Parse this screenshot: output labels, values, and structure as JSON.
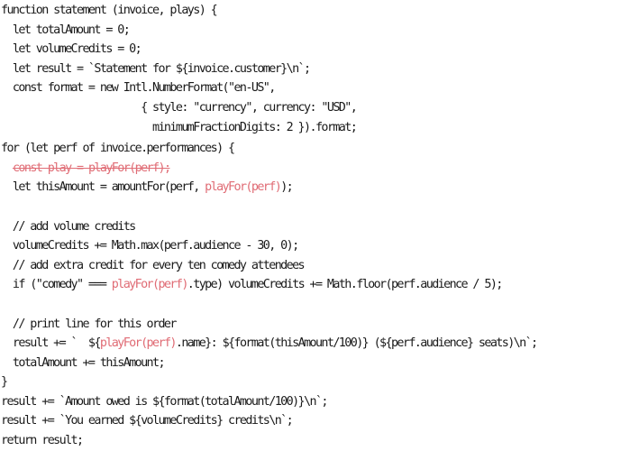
{
  "colors": {
    "text": "#1a1a1a",
    "highlight": "#e06c75",
    "background": "#ffffff"
  },
  "lines": [
    [
      {
        "t": "function statement (invoice, plays) {"
      }
    ],
    [
      {
        "t": "  let totalAmount = 0;"
      }
    ],
    [
      {
        "t": "  let volumeCredits = 0;"
      }
    ],
    [
      {
        "t": "  let result = `Statement for ${invoice.customer}\\n`;"
      }
    ],
    [
      {
        "t": "  const format = new Intl.NumberFormat(\"en-US\","
      }
    ],
    [
      {
        "t": "                        { style: \"currency\", currency: \"USD\","
      }
    ],
    [
      {
        "t": "                          minimumFractionDigits: 2 }).format;"
      }
    ],
    [
      {
        "t": "for (let perf of invoice.performances) {"
      }
    ],
    [
      {
        "t": "  "
      },
      {
        "t": "const play = playFor(perf);",
        "s": "del"
      }
    ],
    [
      {
        "t": "  let thisAmount = amountFor(perf, "
      },
      {
        "t": "playFor(perf)",
        "s": "hl"
      },
      {
        "t": ");"
      }
    ],
    [
      {
        "t": ""
      }
    ],
    [
      {
        "t": "  // add volume credits"
      }
    ],
    [
      {
        "t": "  volumeCredits += Math.max(perf.audience - 30, 0);"
      }
    ],
    [
      {
        "t": "  // add extra credit for every ten comedy attendees"
      }
    ],
    [
      {
        "t": "  if (\"comedy\" === "
      },
      {
        "t": "playFor(perf)",
        "s": "hl"
      },
      {
        "t": ".type) volumeCredits += Math.floor(perf.audience / 5);"
      }
    ],
    [
      {
        "t": ""
      }
    ],
    [
      {
        "t": "  // print line for this order"
      }
    ],
    [
      {
        "t": "  result += `  ${"
      },
      {
        "t": "playFor(perf)",
        "s": "hl"
      },
      {
        "t": ".name}: ${format(thisAmount/100)} (${perf.audience} seats)\\n`;"
      }
    ],
    [
      {
        "t": "  totalAmount += thisAmount;"
      }
    ],
    [
      {
        "t": "}"
      }
    ],
    [
      {
        "t": "result += `Amount owed is ${format(totalAmount/100)}\\n`;"
      }
    ],
    [
      {
        "t": "result += `You earned ${volumeCredits} credits\\n`;"
      }
    ],
    [
      {
        "t": "return result;"
      }
    ]
  ]
}
